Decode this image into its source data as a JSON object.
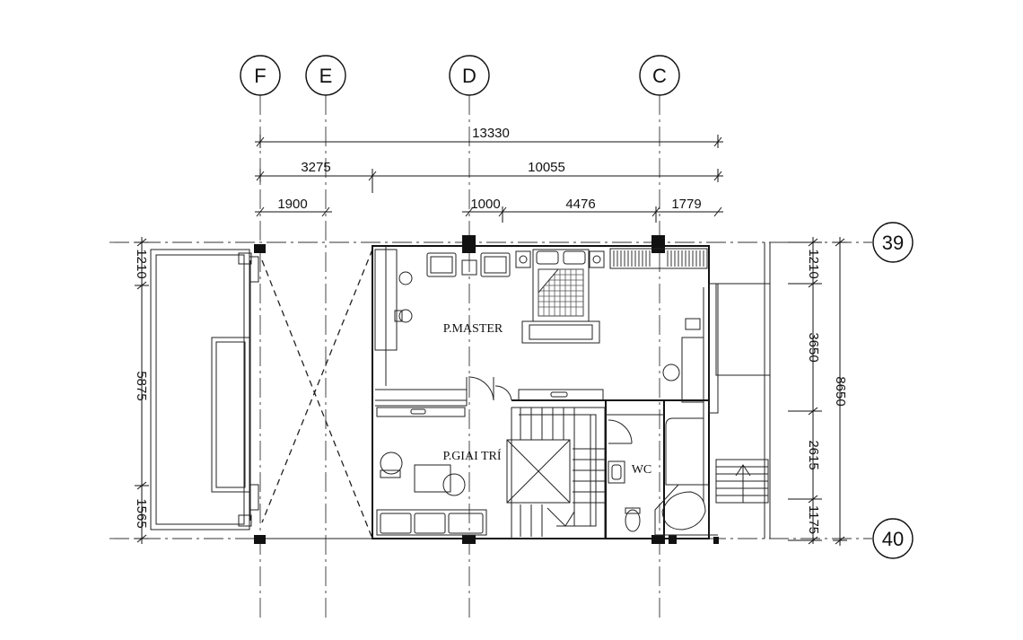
{
  "grid_axes": {
    "vertical": [
      "F",
      "E",
      "D",
      "C"
    ],
    "horizontal": [
      "39",
      "40"
    ]
  },
  "dimensions": {
    "top_overall": "13330",
    "top_second_a": "3275",
    "top_second_b": "10055",
    "top_third_a": "1900",
    "top_third_b": "1000",
    "top_third_c": "4476",
    "top_third_d": "1779",
    "left_a": "1210",
    "left_b": "5875",
    "left_c": "1565",
    "right_a": "1210",
    "right_b": "3650",
    "right_c": "2615",
    "right_d": "1175",
    "right_total": "8650"
  },
  "rooms": {
    "master": "P.MASTER",
    "entertainment": "P.GIAI TRÍ",
    "wc": "WC"
  }
}
